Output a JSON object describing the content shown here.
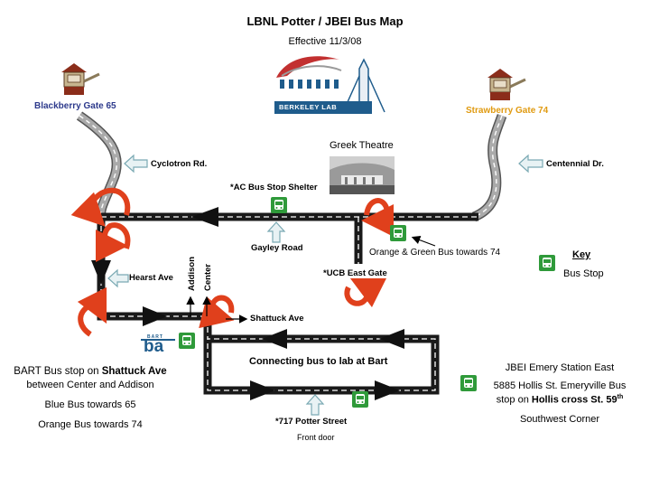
{
  "header": {
    "title": "LBNL Potter / JBEI Bus Map",
    "subtitle": "Effective 11/3/08",
    "logo_text": "BERKELEY LAB"
  },
  "gates": {
    "blackberry": "Blackberry Gate  65",
    "strawberry": "Strawberry Gate 74"
  },
  "labels": {
    "cyclotron": "Cyclotron Rd.",
    "centennial": "Centennial Dr.",
    "greek_theatre": "Greek Theatre",
    "ac_stop": "*AC Bus Stop Shelter",
    "gayley": "Gayley Road",
    "orange_green": "Orange & Green Bus towards 74",
    "hearst": "Hearst Ave",
    "addison": "Addison",
    "center": "Center",
    "ucb_east": "*UCB East Gate",
    "shattuck": "Shattuck Ave",
    "connecting": "Connecting bus to lab at Bart",
    "potter": "*717 Potter Street",
    "front_door": "Front door",
    "bart_logo": "BART",
    "bart_logo_letters": "ba"
  },
  "key": {
    "title": "Key",
    "bus_stop": "Bus Stop"
  },
  "bart_note": {
    "line1_prefix": "BART Bus stop on ",
    "line1_bold": "Shattuck Ave",
    "line2": "between Center and Addison",
    "blue": "Blue Bus towards 65",
    "orange": "Orange Bus towards 74"
  },
  "jbei": {
    "title": "JBEI Emery Station East",
    "line1": "5885 Hollis St. Emeryville Bus",
    "line2_prefix": "stop on ",
    "line2_bold": "Hollis cross St. 59",
    "line2_sup": "th",
    "corner": "Southwest Corner"
  },
  "colors": {
    "road": "#1a1a1a",
    "gray_road": "#8a8a8a",
    "u_turn": "#e0401c",
    "bus_stop": "#2f9a3a",
    "hollow_arrow": "#8fb8c0",
    "blackberry_text": "#2d3a8c",
    "strawberry_text": "#e09a10"
  }
}
